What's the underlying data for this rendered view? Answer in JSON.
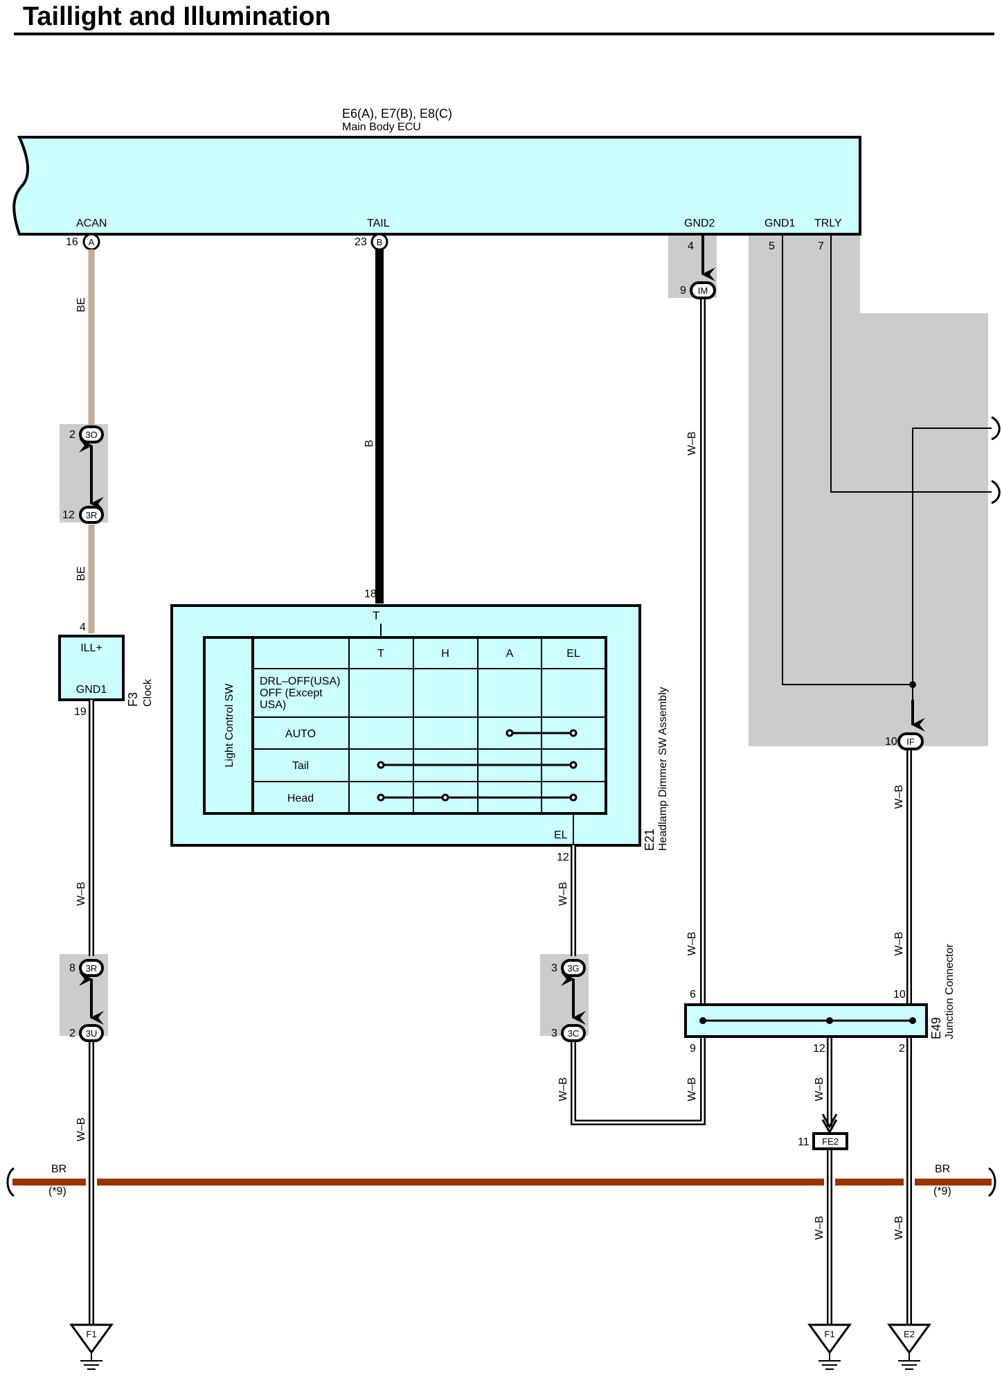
{
  "title": "Taillight and Illumination",
  "colors": {
    "ecu_fill": "#ccffff",
    "shade": "#cccccc",
    "wire_be": "#c2ad95",
    "wire_br": "#993300"
  },
  "ecu": {
    "code": "E6(A), E7(B), E8(C)",
    "name": "Main Body ECU",
    "terminals": [
      {
        "label": "ACAN",
        "pin": "16",
        "conn": "A"
      },
      {
        "label": "TAIL",
        "pin": "23",
        "conn": "B"
      },
      {
        "label": "GND2",
        "pin": "4"
      },
      {
        "label": "GND1",
        "pin": "5"
      },
      {
        "label": "TRLY",
        "pin": "7"
      }
    ]
  },
  "connectors": {
    "im": {
      "pin": "9",
      "id": "IM"
    },
    "o3": {
      "pin": "2",
      "id": "3O"
    },
    "r3a": {
      "pin": "12",
      "id": "3R"
    },
    "r3b": {
      "pin": "8",
      "id": "3R"
    },
    "u3": {
      "pin": "2",
      "id": "3U"
    },
    "g3": {
      "pin": "3",
      "id": "3G"
    },
    "c3": {
      "pin": "3",
      "id": "3C"
    },
    "if": {
      "pin": "10",
      "id": "IF"
    },
    "fe2": {
      "pin": "11",
      "id": "FE2"
    }
  },
  "wires": {
    "be": "BE",
    "b": "B",
    "wb": "W–B",
    "br": "BR",
    "note": "(*9)"
  },
  "clock": {
    "code": "F3",
    "name": "Clock",
    "in_pin": "4",
    "in_label": "ILL+",
    "out_label": "GND1",
    "out_pin": "19"
  },
  "dimmer": {
    "code": "E21",
    "name": "Headlamp Dimmer SW Assembly",
    "in_pin": "18",
    "in_label": "T",
    "out_label": "EL",
    "out_pin": "12",
    "switch_label": "Light Control SW",
    "columns": [
      "T",
      "H",
      "A",
      "EL"
    ],
    "rows": [
      "DRL–OFF(USA)",
      "OFF (Except",
      "USA)",
      "AUTO",
      "Tail",
      "Head"
    ]
  },
  "junction": {
    "code": "E49",
    "name": "Junction Connector",
    "pins": [
      "6",
      "10",
      "9",
      "12",
      "2"
    ]
  },
  "grounds": [
    "F1",
    "F1",
    "E2"
  ]
}
